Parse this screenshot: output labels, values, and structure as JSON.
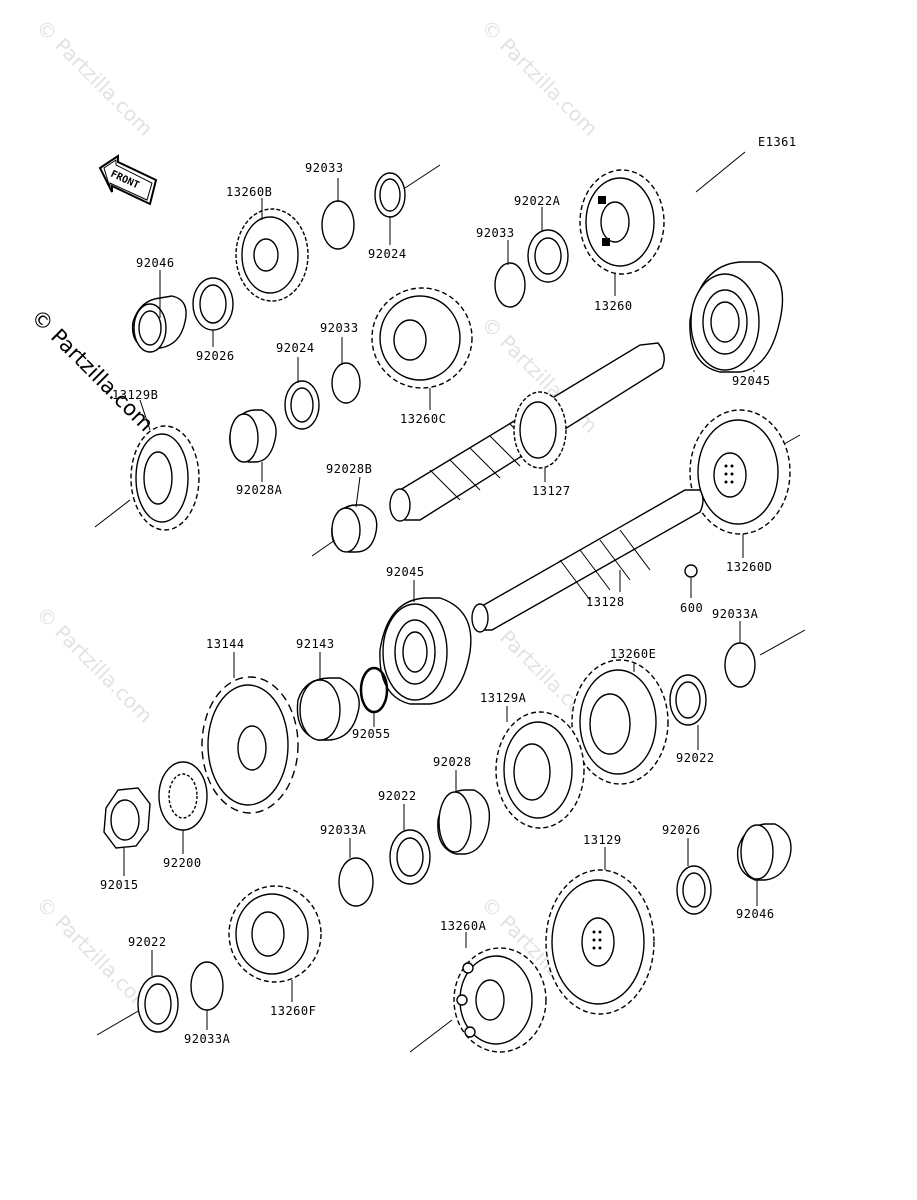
{
  "diagram_code": "E1361",
  "front_label": "FRONT",
  "side_watermark": "© Partzilla.com",
  "watermark": "© Partzilla.com",
  "parts": [
    {
      "id": "92046_top",
      "label": "92046"
    },
    {
      "id": "92026_top",
      "label": "92026"
    },
    {
      "id": "13260B",
      "label": "13260B"
    },
    {
      "id": "92033_a",
      "label": "92033"
    },
    {
      "id": "92024_a",
      "label": "92024"
    },
    {
      "id": "92022A",
      "label": "92022A"
    },
    {
      "id": "92033_b",
      "label": "92033"
    },
    {
      "id": "13260",
      "label": "13260"
    },
    {
      "id": "92045_top",
      "label": "92045"
    },
    {
      "id": "92024_b",
      "label": "92024"
    },
    {
      "id": "92033_c",
      "label": "92033"
    },
    {
      "id": "13260C",
      "label": "13260C"
    },
    {
      "id": "13129B",
      "label": "13129B"
    },
    {
      "id": "92028A",
      "label": "92028A"
    },
    {
      "id": "92028B",
      "label": "92028B"
    },
    {
      "id": "13127",
      "label": "13127"
    },
    {
      "id": "13260D",
      "label": "13260D"
    },
    {
      "id": "13128",
      "label": "13128"
    },
    {
      "id": "600",
      "label": "600"
    },
    {
      "id": "92045_mid",
      "label": "92045"
    },
    {
      "id": "13144",
      "label": "13144"
    },
    {
      "id": "92143",
      "label": "92143"
    },
    {
      "id": "92055",
      "label": "92055"
    },
    {
      "id": "92033A_a",
      "label": "92033A"
    },
    {
      "id": "13260E",
      "label": "13260E"
    },
    {
      "id": "13129A",
      "label": "13129A"
    },
    {
      "id": "92022_a",
      "label": "92022"
    },
    {
      "id": "92028",
      "label": "92028"
    },
    {
      "id": "92022_b",
      "label": "92022"
    },
    {
      "id": "92200",
      "label": "92200"
    },
    {
      "id": "92015",
      "label": "92015"
    },
    {
      "id": "92033A_b",
      "label": "92033A"
    },
    {
      "id": "13129",
      "label": "13129"
    },
    {
      "id": "92026_bot",
      "label": "92026"
    },
    {
      "id": "92046_bot",
      "label": "92046"
    },
    {
      "id": "13260F",
      "label": "13260F"
    },
    {
      "id": "92022_c",
      "label": "92022"
    },
    {
      "id": "92033A_c",
      "label": "92033A"
    },
    {
      "id": "13260A",
      "label": "13260A"
    }
  ]
}
